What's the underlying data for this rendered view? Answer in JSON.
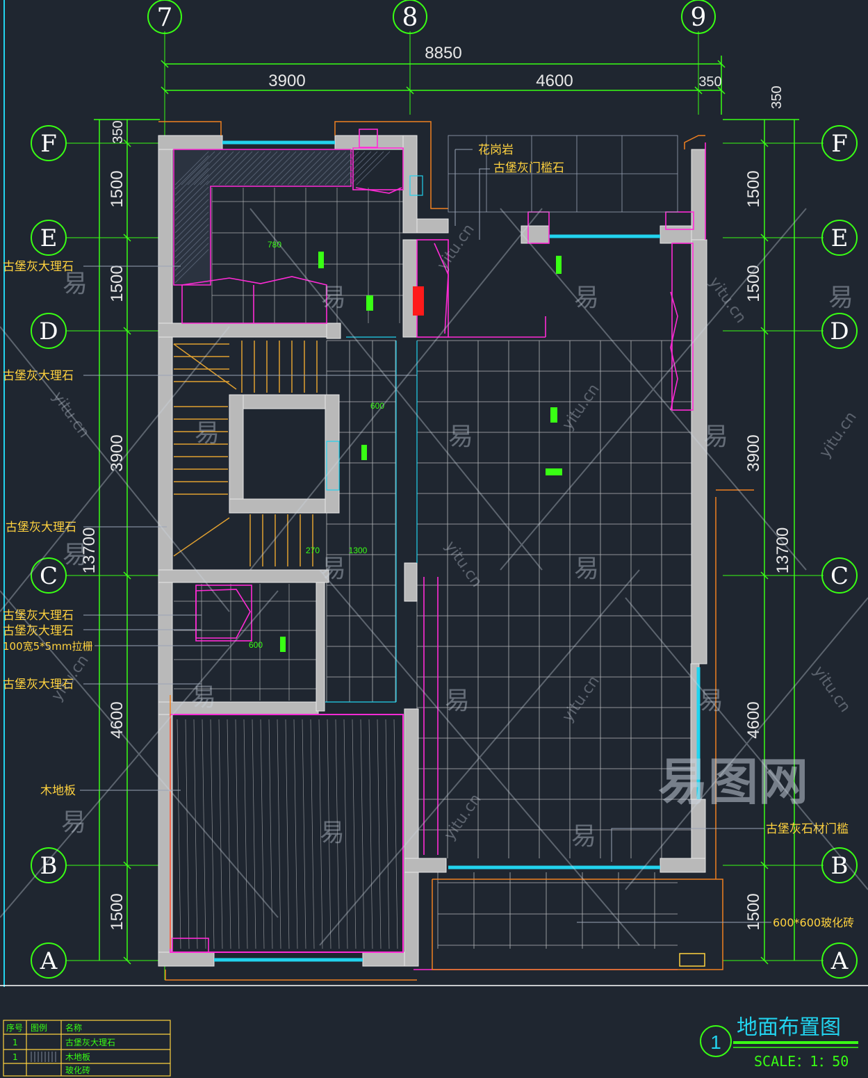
{
  "colors": {
    "background": "#1f2630",
    "dimension": "#39ff14",
    "wall": "#b9b9b9",
    "window": "#22d3ee",
    "furniture": "#ff2bd6",
    "stair": "#e0a030",
    "annotation": "#ffd23f",
    "grid_tile": "#e8e8e8",
    "title": "#22d3ee",
    "watermark": "#cfd8e3"
  },
  "grid_axes": {
    "columns": [
      "7",
      "8",
      "9"
    ],
    "rows": [
      "F",
      "E",
      "D",
      "C",
      "B",
      "A"
    ]
  },
  "dimensions": {
    "top_total": "8850",
    "top_segments": [
      "3900",
      "4600",
      "350"
    ],
    "left_segments": [
      "350",
      "1500",
      "1500",
      "3900",
      "4600",
      "1500"
    ],
    "left_total": "13700",
    "right_segments": [
      "350",
      "1500",
      "1500",
      "3900",
      "4600",
      "1500"
    ],
    "right_total": "13700"
  },
  "annotations": {
    "granite": "花岗岩",
    "gray_threshold_top": "古堡灰门槛石",
    "marble_1": "古堡灰大理石",
    "marble_2": "古堡灰大理石",
    "marble_3": "古堡灰大理石",
    "marble_4": "古堡灰大理石",
    "marble_5": "古堡灰大理石",
    "grille": "100宽5*5mm拉栅",
    "marble_6": "古堡灰大理石",
    "wood_floor": "木地板",
    "stone_threshold": "古堡灰石材门槛",
    "tile": "600*600玻化砖"
  },
  "room_dims": {
    "d1": "780",
    "d2": "600",
    "d3": "270",
    "d4": "1300",
    "d5": "600"
  },
  "legend": {
    "headers": [
      "序号",
      "图例",
      "名称"
    ],
    "rows": [
      [
        "1",
        "",
        "古堡灰大理石"
      ],
      [
        "1",
        "",
        "木地板"
      ],
      [
        "",
        "",
        "玻化砖"
      ]
    ]
  },
  "title_block": {
    "number": "1",
    "title": "地面布置图",
    "scale": "SCALE：1：50"
  },
  "watermark": {
    "brand": "易图网",
    "site": "yitu.cn",
    "glyph": "易"
  }
}
